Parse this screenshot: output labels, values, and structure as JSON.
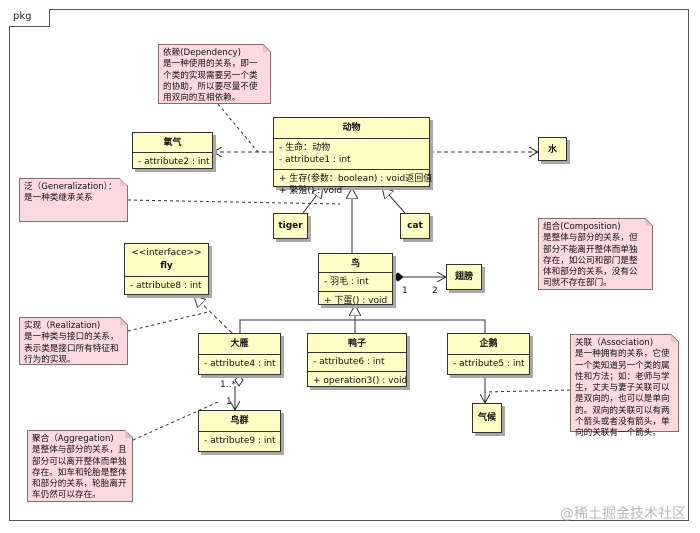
{
  "frame": {
    "label": "pkg"
  },
  "classes": {
    "animal": {
      "name": "动物",
      "attributes": [
        "- 生命：动物",
        "- attribute1 : int"
      ],
      "operations": [
        "+ 生存(参数：boolean) : void返回值",
        "+ 繁殖() : void"
      ]
    },
    "oxygen": {
      "name": "氧气",
      "attributes": [
        "- attribute2 : int"
      ]
    },
    "water": {
      "name": "水"
    },
    "tiger": {
      "name": "tiger"
    },
    "cat": {
      "name": "cat"
    },
    "bird": {
      "name": "鸟",
      "attributes": [
        "- 羽毛 : int"
      ],
      "operations": [
        "+ 下蛋() : void"
      ]
    },
    "wing": {
      "name": "翅膀"
    },
    "fly": {
      "stereotype": "<<interface>>",
      "name": "fly",
      "attributes": [
        "- attribute8 : int"
      ]
    },
    "goose": {
      "name": "大雁",
      "attributes": [
        "- attribute4 : int"
      ]
    },
    "duck": {
      "name": "鸭子",
      "attributes": [
        "- attribute6 : int"
      ],
      "operations": [
        "+ operation3() : void"
      ]
    },
    "penguin": {
      "name": "企鹅",
      "attributes": [
        "- attribute5 : int"
      ]
    },
    "flock": {
      "name": "鸟群",
      "attributes": [
        "- attribute9 : int"
      ]
    },
    "climate": {
      "name": "气候"
    }
  },
  "notes": {
    "dependency": "依赖(Dependency)\n是一种使用的关系，即一\n个类的实现需要另一个类\n的协助，所以要尽量不使\n用双向的互相依赖。",
    "generalization": "泛（Generalization）：\n是一种类继承关系",
    "composition": "组合(Composition)\n是整体与部分的关系，但\n部分不能离开整体而单独\n存在，如公司和部门是整\n体和部分的关系，没有公\n司就不存在部门。",
    "realization": "实现（Realization)\n是一种类与接口的关系，\n表示类是接口所有特征和\n行为的实现。",
    "association": "关联（Association)\n是一种拥有的关系，它使\n一个类知道另一个类的属\n性和方法；如：老师与学\n生，丈夫与妻子关联可以\n是双向的，也可以是单向\n的。双向的关联可以有两\n个箭头或者没有箭头，单\n向的关联有一个箭头。",
    "aggregation": "聚合（Aggregation)\n是整体与部分的关系，且\n部分可以离开整体而单独\n存在。如车和轮胎是整体\n和部分的关系，轮胎离开\n车仍然可以存在。"
  },
  "multiplicities": {
    "bird_end": "1",
    "wing_end": "2",
    "goose_end": "1..*",
    "flock_end": "1"
  },
  "watermark": "@稀土掘金技术社区"
}
